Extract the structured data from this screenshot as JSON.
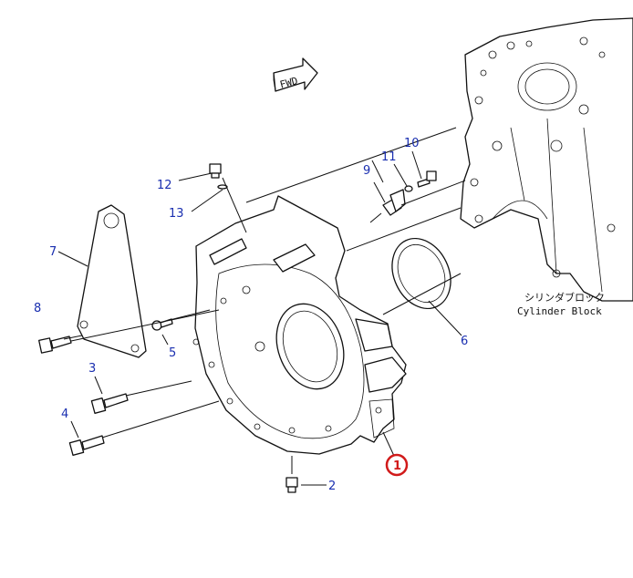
{
  "fwd_label": "FWD",
  "cylinder_block": {
    "jp": "シリンダブロック",
    "en": "Cylinder Block"
  },
  "callouts": {
    "p1": "1",
    "p2": "2",
    "p3": "3",
    "p4": "4",
    "p5": "5",
    "p6": "6",
    "p7": "7",
    "p8": "8",
    "p9": "9",
    "p10": "10",
    "p11": "11",
    "p12": "12",
    "p13": "13"
  },
  "colors": {
    "callout": "#1a2fb0",
    "highlight": "#d11a1a",
    "line": "#111111"
  }
}
